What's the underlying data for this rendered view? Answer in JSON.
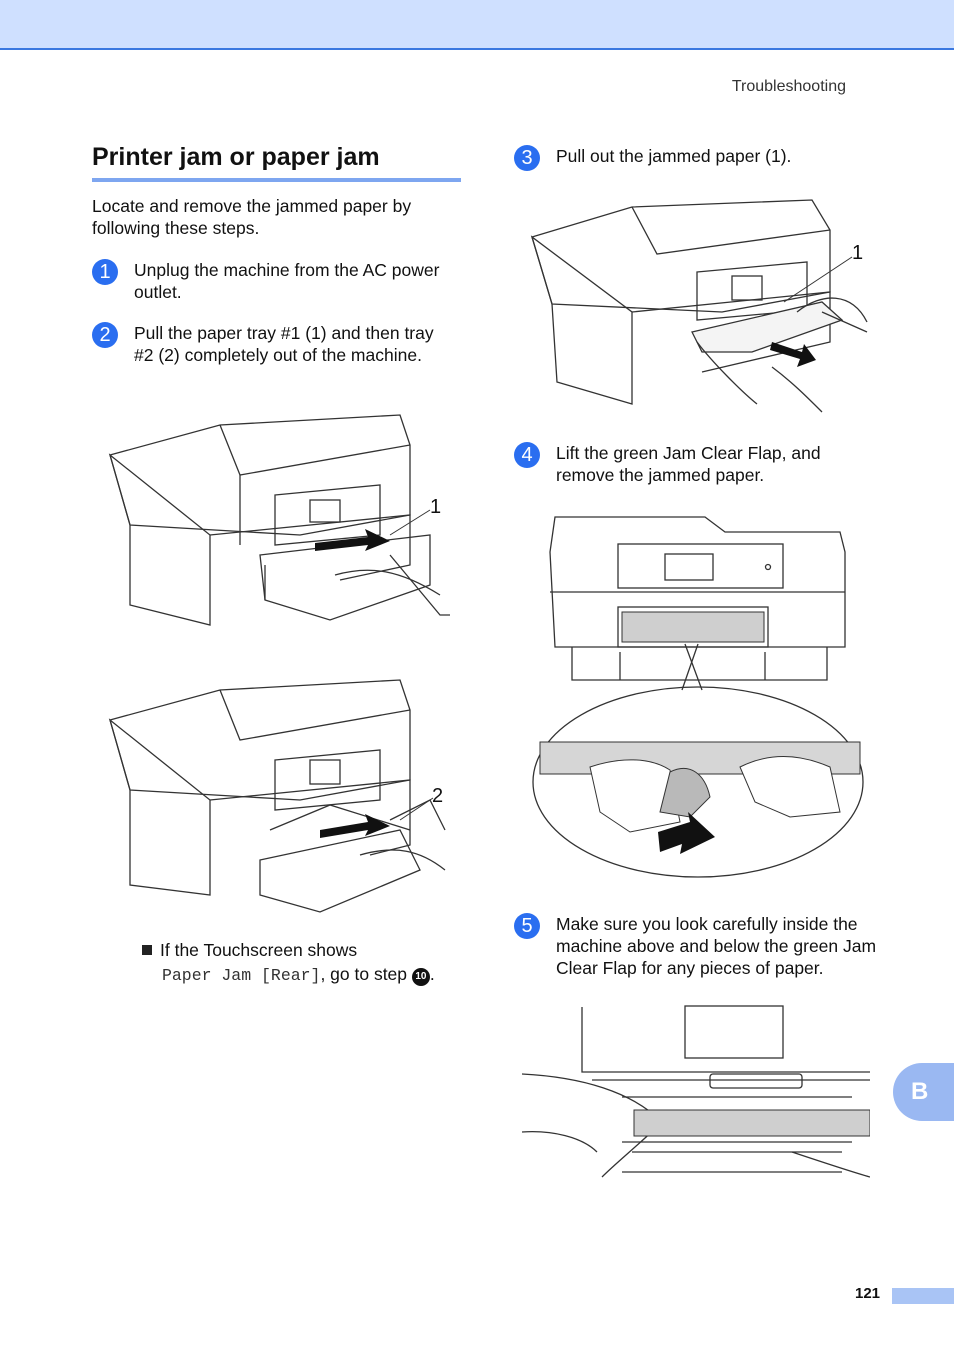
{
  "header": {
    "section": "Troubleshooting"
  },
  "title": "Printer jam or paper jam",
  "intro": "Locate and remove the jammed paper by following these steps.",
  "steps": [
    {
      "number": "1",
      "text": "Unplug the machine from the AC power outlet."
    },
    {
      "number": "2",
      "text": "Pull the paper tray #1 (1) and then tray #2 (2) completely out of the machine."
    },
    {
      "number": "3",
      "text": "Pull out the jammed paper (1)."
    },
    {
      "number": "4",
      "text": "Lift the green Jam Clear Flap, and remove the jammed paper."
    },
    {
      "number": "5",
      "text": "Make sure you look carefully inside the machine above and below the green Jam Clear Flap for any pieces of paper."
    }
  ],
  "figures": {
    "tray1_callout": "1",
    "tray2_callout": "2",
    "jammed_paper_callout": "1"
  },
  "note": {
    "prefix": "If the Touchscreen shows",
    "message": "Paper Jam [Rear]",
    "suffix": ", go to step",
    "step_ref": "10",
    "end": "."
  },
  "appendix_tab": "B",
  "page_number": "121",
  "colors": {
    "accent": "#2a6ef0",
    "band": "#cfe0ff",
    "rule": "#7ea6f0"
  }
}
